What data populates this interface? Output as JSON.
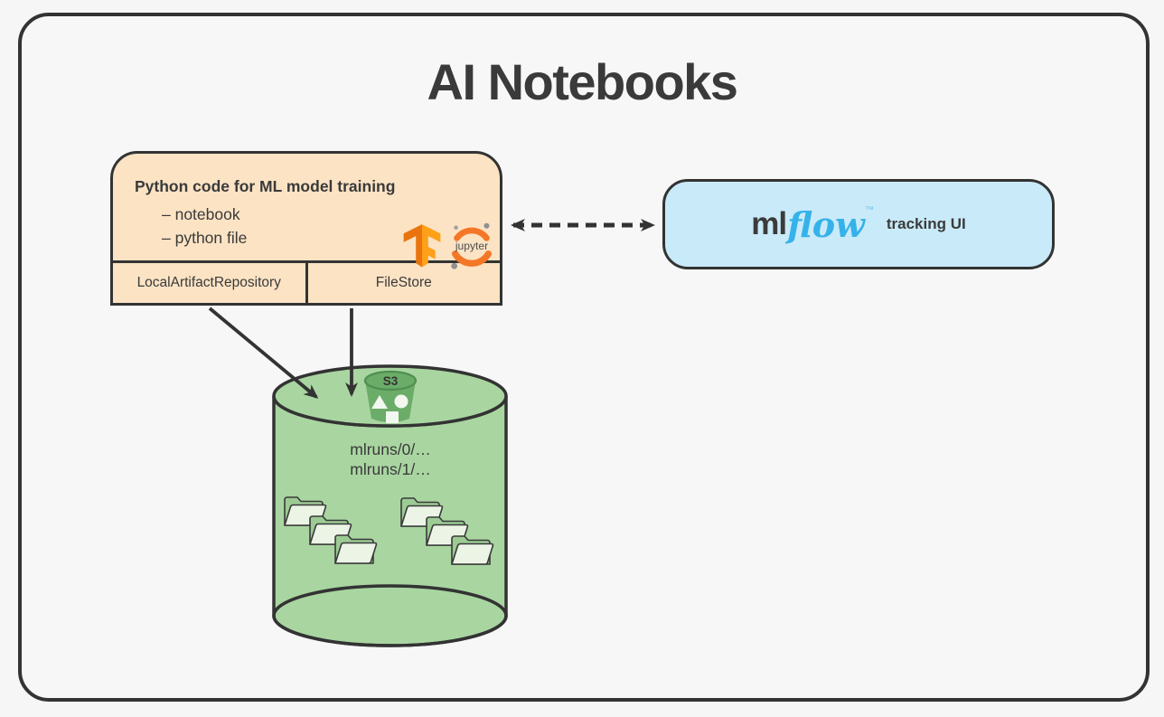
{
  "title": "AI Notebooks",
  "python_box": {
    "title": "Python code for ML model training",
    "items": [
      {
        "label": "– notebook"
      },
      {
        "label": "– python file"
      }
    ],
    "cells": [
      {
        "label": "LocalArtifactRepository"
      },
      {
        "label": "FileStore"
      }
    ],
    "jupyter_wordmark": "jupyter"
  },
  "mlflow_box": {
    "logo_prefix": "ml",
    "logo_suffix": "flow",
    "trademark": "™",
    "label": "tracking UI"
  },
  "storage": {
    "bucket_label": "S3",
    "paths": [
      {
        "text": "mlruns/0/…"
      },
      {
        "text": "mlruns/1/…"
      }
    ]
  },
  "icons": {
    "tensorflow": "tensorflow-logo-icon",
    "jupyter": "jupyter-logo-icon",
    "s3_bucket": "s3-bucket-icon",
    "folders": "folder-icon"
  },
  "colors": {
    "outline": "#333333",
    "background": "#F6F6F6",
    "text": "#3A3A3A",
    "python_box_fill": "#FBE3C4",
    "mlflow_box_fill": "#C9EAF8",
    "cylinder_fill": "#A9D5A1",
    "bucket_fill": "#6BAC69",
    "bucket_rim_stroke": "#4F8F52",
    "folder_back_fill": "#9CCB94",
    "folder_front_fill": "#ECF4E6",
    "tensorflow_orange_dark": "#E9740E",
    "tensorflow_orange_light": "#FFA019",
    "jupyter_orange": "#F37726",
    "mlflow_blue": "#35B2EA"
  }
}
